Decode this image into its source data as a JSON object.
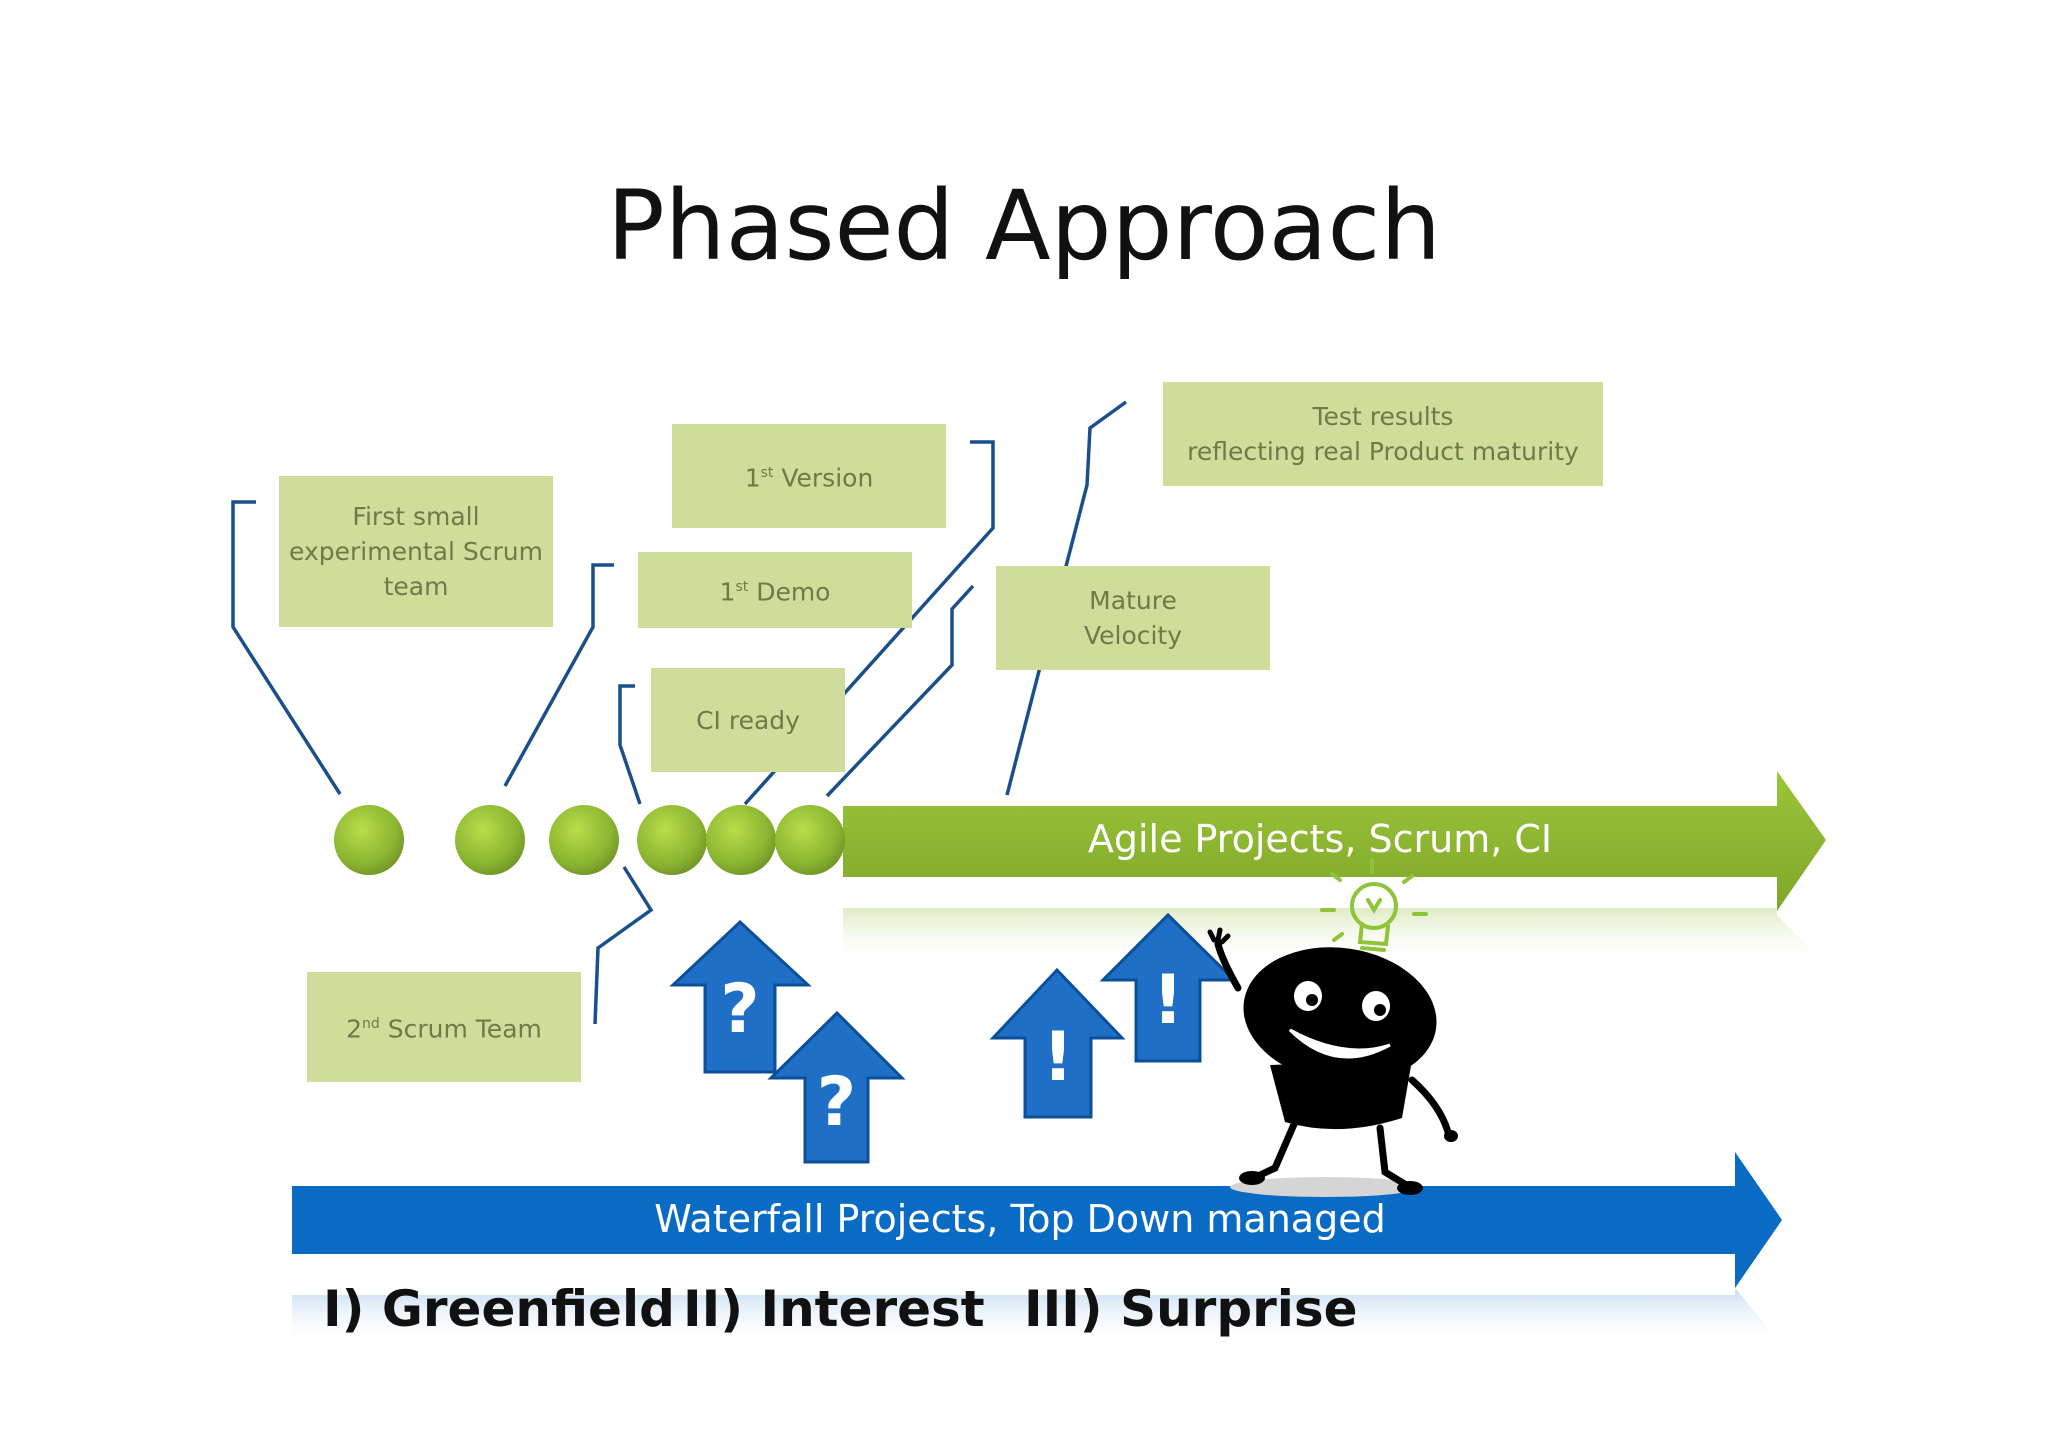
{
  "title": "Phased Approach",
  "notes": {
    "first_team": [
      "First  small",
      "experimental Scrum",
      "team"
    ],
    "first_version": "Version",
    "first_demo": "Demo",
    "ci_ready": "CI ready",
    "second_team": "Scrum Team",
    "mature_velocity": [
      "Mature",
      "Velocity"
    ],
    "test_results": [
      "Test results",
      "reflecting real Product maturity"
    ],
    "sup_st": "st",
    "sup_nd": "nd",
    "num_1": "1",
    "num_2": "2"
  },
  "arrows": {
    "agile": "Agile Projects, Scrum, CI",
    "waterfall": "Waterfall Projects, Top Down managed",
    "question_mark": "?",
    "exclamation_mark": "!"
  },
  "phases": {
    "greenfield": "I) Greenfield",
    "interest": "II) Interest",
    "surprise": "III) Surprise"
  },
  "colors": {
    "note_fill": "#d0dd9a",
    "green_arrow": "#8ab531",
    "blue_arrow": "#0a6bc4",
    "bracket": "#1a4f8c"
  }
}
